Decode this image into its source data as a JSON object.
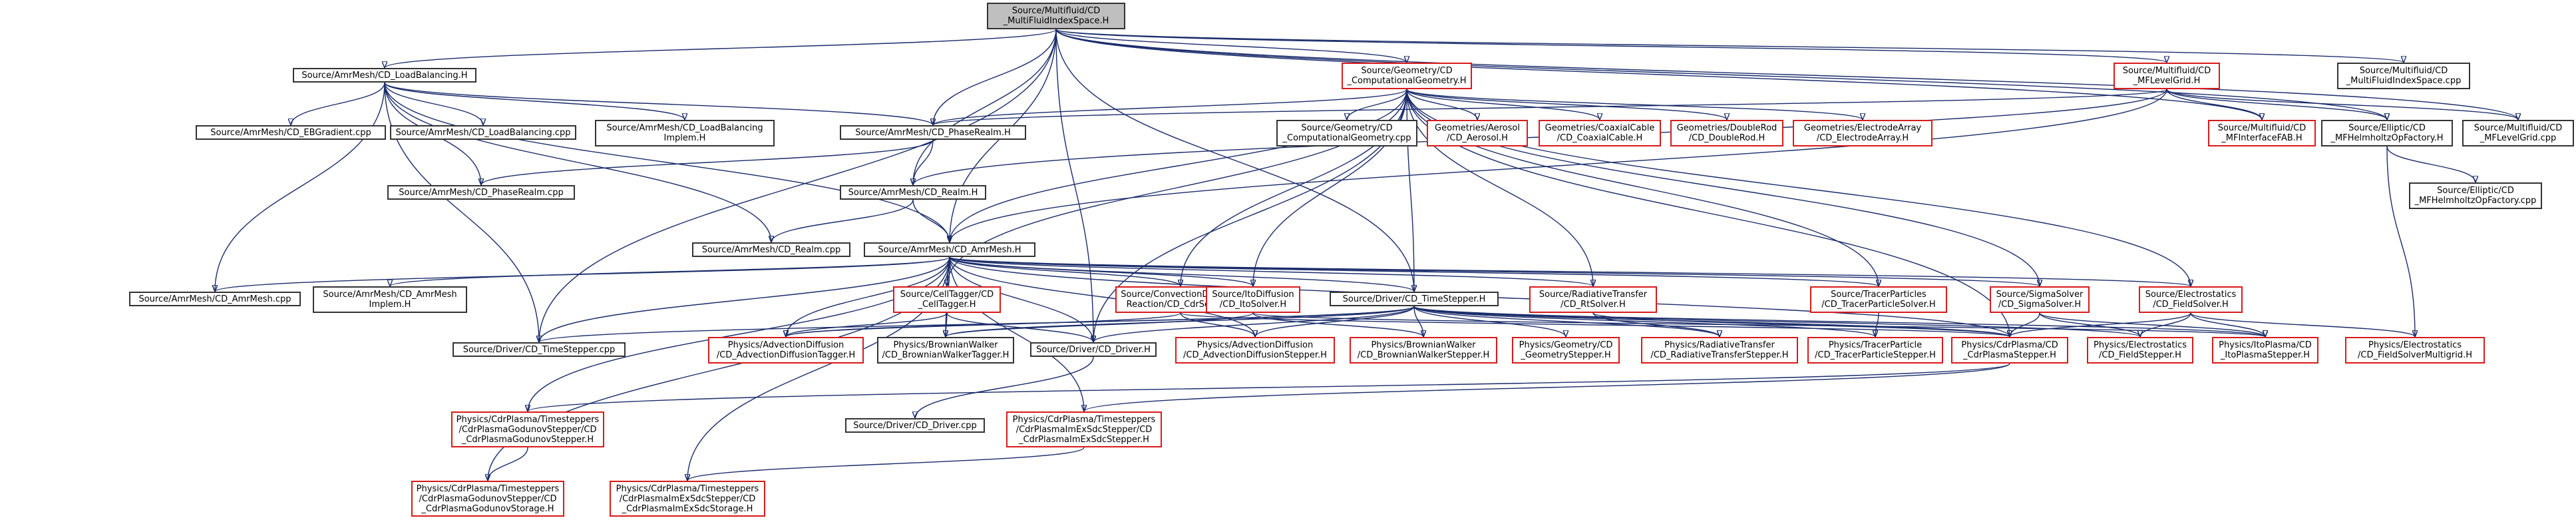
{
  "graph": {
    "colors": {
      "edge": "#1a2c6b",
      "border": "#333333",
      "missing_border": "#d91a1a",
      "root_fill": "#bfbfbf"
    },
    "nodes": [
      {
        "id": "root",
        "label": "Source/Multifluid/CD\n_MultiFluidIndexSpace.H",
        "style": "root"
      },
      {
        "id": "loadbal",
        "label": "Source/AmrMesh/CD_LoadBalancing.H",
        "style": "plain"
      },
      {
        "id": "compgeom",
        "label": "Source/Geometry/CD\n_ComputationalGeometry.H",
        "style": "red"
      },
      {
        "id": "mflevelgrid",
        "label": "Source/Multifluid/CD\n_MFLevelGrid.H",
        "style": "red"
      },
      {
        "id": "mfindexcpp",
        "label": "Source/Multifluid/CD\n_MultiFluidIndexSpace.cpp",
        "style": "plain"
      },
      {
        "id": "ebgradient",
        "label": "Source/AmrMesh/CD_EBGradient.cpp",
        "style": "plain"
      },
      {
        "id": "loadbalcpp",
        "label": "Source/AmrMesh/CD_LoadBalancing.cpp",
        "style": "plain"
      },
      {
        "id": "loadbalimpl",
        "label": "Source/AmrMesh/CD_LoadBalancing\nImplem.H",
        "style": "plain"
      },
      {
        "id": "compgeomcpp",
        "label": "Source/Geometry/CD\n_ComputationalGeometry.cpp",
        "style": "plain"
      },
      {
        "id": "aerosol",
        "label": "Geometries/Aerosol\n/CD_Aerosol.H",
        "style": "red"
      },
      {
        "id": "coaxial",
        "label": "Geometries/CoaxialCable\n/CD_CoaxialCable.H",
        "style": "red"
      },
      {
        "id": "doublerod",
        "label": "Geometries/DoubleRod\n/CD_DoubleRod.H",
        "style": "red"
      },
      {
        "id": "electrodearray",
        "label": "Geometries/ElectrodeArray\n/CD_ElectrodeArray.H",
        "style": "red"
      },
      {
        "id": "mfinterface",
        "label": "Source/Multifluid/CD\n_MFInterfaceFAB.H",
        "style": "red"
      },
      {
        "id": "mfhelmh",
        "label": "Source/Elliptic/CD\n_MFHelmholtzOpFactory.H",
        "style": "plain"
      },
      {
        "id": "mflevelgridcpp",
        "label": "Source/Multifluid/CD\n_MFLevelGrid.cpp",
        "style": "plain"
      },
      {
        "id": "phaserealm",
        "label": "Source/AmrMesh/CD_PhaseRealm.H",
        "style": "plain"
      },
      {
        "id": "phaserealmcpp",
        "label": "Source/AmrMesh/CD_PhaseRealm.cpp",
        "style": "plain"
      },
      {
        "id": "realm",
        "label": "Source/AmrMesh/CD_Realm.H",
        "style": "plain"
      },
      {
        "id": "mfhelmcpp",
        "label": "Source/Elliptic/CD\n_MFHelmholtzOpFactory.cpp",
        "style": "plain"
      },
      {
        "id": "realmcpp",
        "label": "Source/AmrMesh/CD_Realm.cpp",
        "style": "plain"
      },
      {
        "id": "amrmesh",
        "label": "Source/AmrMesh/CD_AmrMesh.H",
        "style": "plain"
      },
      {
        "id": "amrmeshcpp",
        "label": "Source/AmrMesh/CD_AmrMesh.cpp",
        "style": "plain"
      },
      {
        "id": "amrmeshimpl",
        "label": "Source/AmrMesh/CD_AmrMesh\nImplem.H",
        "style": "plain"
      },
      {
        "id": "celltagger",
        "label": "Source/CellTagger/CD\n_CellTagger.H",
        "style": "red"
      },
      {
        "id": "cdrsolver",
        "label": "Source/ConvectionDiffusion\nReaction/CD_CdrSolver.H",
        "style": "red"
      },
      {
        "id": "itosolver",
        "label": "Source/ItoDiffusion\n/CD_ItoSolver.H",
        "style": "red"
      },
      {
        "id": "timestepper",
        "label": "Source/Driver/CD_TimeStepper.H",
        "style": "plain"
      },
      {
        "id": "rtsolver",
        "label": "Source/RadiativeTransfer\n/CD_RtSolver.H",
        "style": "red"
      },
      {
        "id": "tracersolver",
        "label": "Source/TracerParticles\n/CD_TracerParticleSolver.H",
        "style": "red"
      },
      {
        "id": "sigmasolver",
        "label": "Source/SigmaSolver\n/CD_SigmaSolver.H",
        "style": "red"
      },
      {
        "id": "fieldsolver",
        "label": "Source/Electrostatics\n/CD_FieldSolver.H",
        "style": "red"
      },
      {
        "id": "timestepcpp",
        "label": "Source/Driver/CD_TimeStepper.cpp",
        "style": "plain"
      },
      {
        "id": "advtagger",
        "label": "Physics/AdvectionDiffusion\n/CD_AdvectionDiffusionTagger.H",
        "style": "red"
      },
      {
        "id": "bwtagger",
        "label": "Physics/BrownianWalker\n/CD_BrownianWalkerTagger.H",
        "style": "plain"
      },
      {
        "id": "driver",
        "label": "Source/Driver/CD_Driver.H",
        "style": "plain"
      },
      {
        "id": "advstepper",
        "label": "Physics/AdvectionDiffusion\n/CD_AdvectionDiffusionStepper.H",
        "style": "red"
      },
      {
        "id": "bwstepper",
        "label": "Physics/BrownianWalker\n/CD_BrownianWalkerStepper.H",
        "style": "red"
      },
      {
        "id": "geomstepper",
        "label": "Physics/Geometry/CD\n_GeometryStepper.H",
        "style": "red"
      },
      {
        "id": "rtstepper",
        "label": "Physics/RadiativeTransfer\n/CD_RadiativeTransferStepper.H",
        "style": "red"
      },
      {
        "id": "tracerstepper",
        "label": "Physics/TracerParticle\n/CD_TracerParticleStepper.H",
        "style": "red"
      },
      {
        "id": "cdrplasmastepper",
        "label": "Physics/CdrPlasma/CD\n_CdrPlasmaStepper.H",
        "style": "red"
      },
      {
        "id": "fieldstepper",
        "label": "Physics/Electrostatics\n/CD_FieldStepper.H",
        "style": "red"
      },
      {
        "id": "itoplasmastepper",
        "label": "Physics/ItoPlasma/CD\n_ItoPlasmaStepper.H",
        "style": "red"
      },
      {
        "id": "fsmultigrid",
        "label": "Physics/Electrostatics\n/CD_FieldSolverMultigrid.H",
        "style": "red"
      },
      {
        "id": "godstepper",
        "label": "Physics/CdrPlasma/Timesteppers\n/CdrPlasmaGodunovStepper/CD\n_CdrPlasmaGodunovStepper.H",
        "style": "red"
      },
      {
        "id": "imexstepper",
        "label": "Physics/CdrPlasma/Timesteppers\n/CdrPlasmaImExSdcStepper/CD\n_CdrPlasmaImExSdcStepper.H",
        "style": "red"
      },
      {
        "id": "drivercpp",
        "label": "Source/Driver/CD_Driver.cpp",
        "style": "plain"
      },
      {
        "id": "godstorage",
        "label": "Physics/CdrPlasma/Timesteppers\n/CdrPlasmaGodunovStepper/CD\n_CdrPlasmaGodunovStorage.H",
        "style": "red"
      },
      {
        "id": "imexstorage",
        "label": "Physics/CdrPlasma/Timesteppers\n/CdrPlasmaImExSdcStepper/CD\n_CdrPlasmaImExSdcStorage.H",
        "style": "red"
      }
    ],
    "edges": [
      [
        "root",
        "loadbal"
      ],
      [
        "root",
        "compgeom"
      ],
      [
        "root",
        "mflevelgrid"
      ],
      [
        "root",
        "mfindexcpp"
      ],
      [
        "root",
        "phaserealm"
      ],
      [
        "root",
        "realm"
      ],
      [
        "root",
        "amrmesh"
      ],
      [
        "root",
        "timestepper"
      ],
      [
        "root",
        "mfhelmh"
      ],
      [
        "root",
        "mflevelgridcpp"
      ],
      [
        "root",
        "timestepcpp"
      ],
      [
        "root",
        "driver"
      ],
      [
        "root",
        "mfinterface"
      ],
      [
        "loadbal",
        "ebgradient"
      ],
      [
        "loadbal",
        "loadbalcpp"
      ],
      [
        "loadbal",
        "loadbalimpl"
      ],
      [
        "loadbal",
        "phaserealm"
      ],
      [
        "loadbal",
        "phaserealmcpp"
      ],
      [
        "loadbal",
        "amrmesh"
      ],
      [
        "loadbal",
        "amrmeshcpp"
      ],
      [
        "loadbal",
        "realmcpp"
      ],
      [
        "loadbal",
        "timestepcpp"
      ],
      [
        "compgeom",
        "compgeomcpp"
      ],
      [
        "compgeom",
        "aerosol"
      ],
      [
        "compgeom",
        "coaxial"
      ],
      [
        "compgeom",
        "doublerod"
      ],
      [
        "compgeom",
        "electrodearray"
      ],
      [
        "compgeom",
        "phaserealm"
      ],
      [
        "compgeom",
        "amrmesh"
      ],
      [
        "compgeom",
        "cdrsolver"
      ],
      [
        "compgeom",
        "itosolver"
      ],
      [
        "compgeom",
        "timestepper"
      ],
      [
        "compgeom",
        "rtsolver"
      ],
      [
        "compgeom",
        "tracersolver"
      ],
      [
        "compgeom",
        "sigmasolver"
      ],
      [
        "compgeom",
        "fieldsolver"
      ],
      [
        "compgeom",
        "celltagger"
      ],
      [
        "compgeom",
        "driver"
      ],
      [
        "compgeom",
        "cdrplasmastepper"
      ],
      [
        "mflevelgrid",
        "mfinterface"
      ],
      [
        "mflevelgrid",
        "mfhelmh"
      ],
      [
        "mflevelgrid",
        "mflevelgridcpp"
      ],
      [
        "mflevelgrid",
        "phaserealm"
      ],
      [
        "mflevelgrid",
        "realm"
      ],
      [
        "mflevelgrid",
        "amrmesh"
      ],
      [
        "mfhelmh",
        "mfhelmcpp"
      ],
      [
        "mfhelmh",
        "fsmultigrid"
      ],
      [
        "phaserealm",
        "phaserealmcpp"
      ],
      [
        "phaserealm",
        "realm"
      ],
      [
        "realm",
        "realmcpp"
      ],
      [
        "realm",
        "amrmesh"
      ],
      [
        "amrmesh",
        "amrmeshcpp"
      ],
      [
        "amrmesh",
        "amrmeshimpl"
      ],
      [
        "amrmesh",
        "celltagger"
      ],
      [
        "amrmesh",
        "cdrsolver"
      ],
      [
        "amrmesh",
        "itosolver"
      ],
      [
        "amrmesh",
        "timestepper"
      ],
      [
        "amrmesh",
        "rtsolver"
      ],
      [
        "amrmesh",
        "tracersolver"
      ],
      [
        "amrmesh",
        "sigmasolver"
      ],
      [
        "amrmesh",
        "fieldsolver"
      ],
      [
        "amrmesh",
        "advtagger"
      ],
      [
        "amrmesh",
        "bwtagger"
      ],
      [
        "amrmesh",
        "driver"
      ],
      [
        "amrmesh",
        "advstepper"
      ],
      [
        "amrmesh",
        "godstepper"
      ],
      [
        "amrmesh",
        "imexstepper"
      ],
      [
        "amrmesh",
        "godstorage"
      ],
      [
        "amrmesh",
        "imexstorage"
      ],
      [
        "amrmesh",
        "cdrplasmastepper"
      ],
      [
        "amrmesh",
        "timestepcpp"
      ],
      [
        "celltagger",
        "advtagger"
      ],
      [
        "celltagger",
        "bwtagger"
      ],
      [
        "celltagger",
        "driver"
      ],
      [
        "cdrsolver",
        "advstepper"
      ],
      [
        "cdrsolver",
        "advtagger"
      ],
      [
        "cdrsolver",
        "cdrplasmastepper"
      ],
      [
        "itosolver",
        "bwstepper"
      ],
      [
        "itosolver",
        "bwtagger"
      ],
      [
        "itosolver",
        "itoplasmastepper"
      ],
      [
        "timestepper",
        "timestepcpp"
      ],
      [
        "timestepper",
        "advtagger"
      ],
      [
        "timestepper",
        "bwtagger"
      ],
      [
        "timestepper",
        "driver"
      ],
      [
        "timestepper",
        "advstepper"
      ],
      [
        "timestepper",
        "bwstepper"
      ],
      [
        "timestepper",
        "geomstepper"
      ],
      [
        "timestepper",
        "rtstepper"
      ],
      [
        "timestepper",
        "tracerstepper"
      ],
      [
        "timestepper",
        "cdrplasmastepper"
      ],
      [
        "timestepper",
        "fieldstepper"
      ],
      [
        "timestepper",
        "itoplasmastepper"
      ],
      [
        "rtsolver",
        "rtstepper"
      ],
      [
        "rtsolver",
        "cdrplasmastepper"
      ],
      [
        "tracersolver",
        "tracerstepper"
      ],
      [
        "sigmasolver",
        "cdrplasmastepper"
      ],
      [
        "sigmasolver",
        "fieldstepper"
      ],
      [
        "sigmasolver",
        "itoplasmastepper"
      ],
      [
        "fieldsolver",
        "cdrplasmastepper"
      ],
      [
        "fieldsolver",
        "fieldstepper"
      ],
      [
        "fieldsolver",
        "itoplasmastepper"
      ],
      [
        "fieldsolver",
        "fsmultigrid"
      ],
      [
        "cdrplasmastepper",
        "godstepper"
      ],
      [
        "cdrplasmastepper",
        "imexstepper"
      ],
      [
        "driver",
        "drivercpp"
      ],
      [
        "godstepper",
        "godstorage"
      ],
      [
        "imexstepper",
        "imexstorage"
      ]
    ]
  }
}
